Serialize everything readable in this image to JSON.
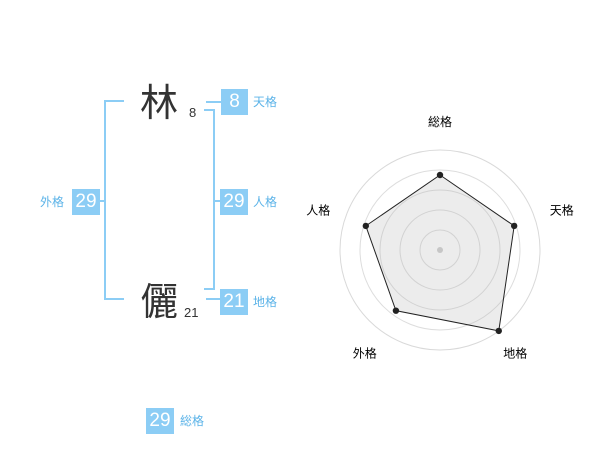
{
  "name": {
    "surname": {
      "char": "林",
      "strokes": "8"
    },
    "given": {
      "char": "儷",
      "strokes": "21"
    }
  },
  "fortunes": {
    "tenkaku": {
      "value": "8",
      "label": "天格"
    },
    "jinkaku": {
      "value": "29",
      "label": "人格"
    },
    "chikaku": {
      "value": "21",
      "label": "地格"
    },
    "gaikaku": {
      "value": "29",
      "label": "外格"
    },
    "soukaku": {
      "value": "29",
      "label": "総格"
    }
  },
  "colors": {
    "accent": "#8ccdf5",
    "label_text": "#5bb3e8",
    "text": "#333333"
  },
  "chart_data": {
    "type": "radar",
    "axes": [
      "総格",
      "天格",
      "地格",
      "外格",
      "人格"
    ],
    "values": [
      0.75,
      0.78,
      1.0,
      0.75,
      0.78
    ],
    "range": [
      0,
      1
    ],
    "grid": true
  }
}
